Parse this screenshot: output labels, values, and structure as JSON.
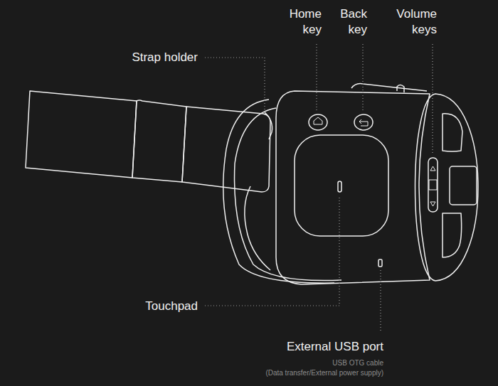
{
  "diagram": {
    "labels": [
      "Strap holder",
      "Home key",
      "Back key",
      "Volume keys",
      "Touchpad",
      "External USB port",
      "USB OTG cable",
      "(Data transfer/External power supply)"
    ]
  }
}
